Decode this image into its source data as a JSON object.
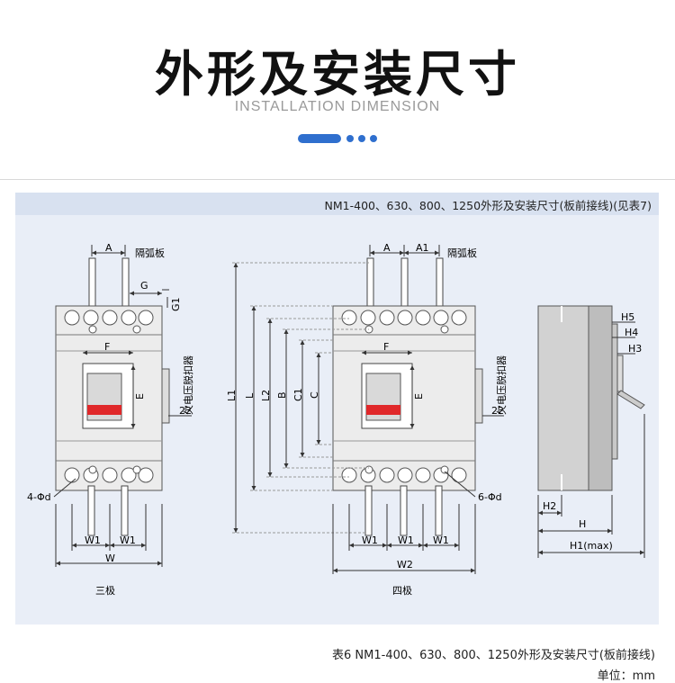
{
  "header": {
    "title": "外形及安装尺寸",
    "subtitle": "INSTALLATION DIMENSION"
  },
  "panel": {
    "heading": "NM1-400、630、800、1250外形及安装尺寸(板前接线)(见表7)"
  },
  "diagram": {
    "three_pole": {
      "label": "三极",
      "dims": {
        "a": "A",
        "g": "G",
        "g1": "G1",
        "f": "F",
        "e": "E",
        "d22": "22",
        "hole": "4-Φd",
        "w1": "W1",
        "w": "W"
      },
      "arc_plate": "隔弧板",
      "undervoltage": "欠电压脱扣器"
    },
    "four_pole": {
      "label": "四极",
      "dims": {
        "a": "A",
        "a1": "A1",
        "f": "F",
        "e": "E",
        "d22": "22",
        "hole": "6-Φd",
        "w1": "W1",
        "w2": "W2",
        "l1": "L1",
        "l": "L",
        "l2": "L2",
        "b": "B",
        "c1": "C1",
        "c": "C"
      },
      "arc_plate": "隔弧板",
      "undervoltage": "欠电压脱扣器"
    },
    "side": {
      "dims": {
        "h5": "H5",
        "h4": "H4",
        "h3": "H3",
        "h2": "H2",
        "h": "H",
        "h1": "H1(max)"
      }
    }
  },
  "footer": {
    "caption": "表6 NM1-400、630、800、1250外形及安装尺寸(板前接线)",
    "unit": "单位：mm"
  },
  "colors": {
    "accent": "#2f6fce",
    "panel_bg": "#e9eef7",
    "panel_head": "#d8e1f0",
    "handle_red": "#e0282a"
  }
}
